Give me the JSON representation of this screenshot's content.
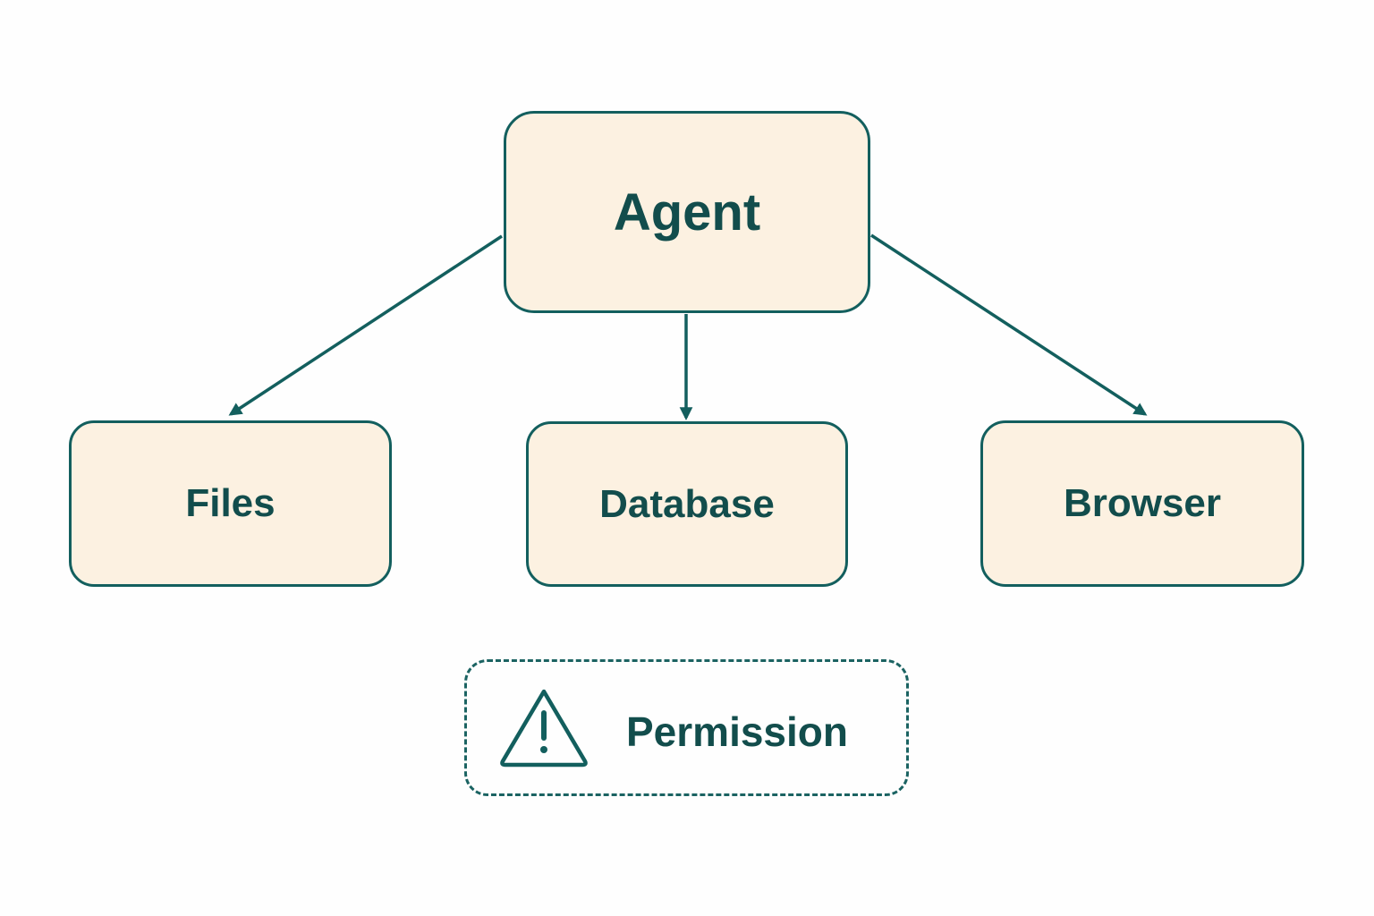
{
  "diagram": {
    "nodes": [
      {
        "id": "agent",
        "label": "Agent"
      },
      {
        "id": "files",
        "label": "Files"
      },
      {
        "id": "database",
        "label": "Database"
      },
      {
        "id": "browser",
        "label": "Browser"
      }
    ],
    "edges": [
      {
        "from": "agent",
        "to": "files"
      },
      {
        "from": "agent",
        "to": "database"
      },
      {
        "from": "agent",
        "to": "browser"
      }
    ],
    "permission": {
      "label": "Permission",
      "icon": "warning-icon",
      "border_style": "dashed"
    }
  },
  "colors": {
    "node_fill": "#fcf1e1",
    "stroke": "#135f5e",
    "text": "#124d4c",
    "background": "#fefefe"
  }
}
